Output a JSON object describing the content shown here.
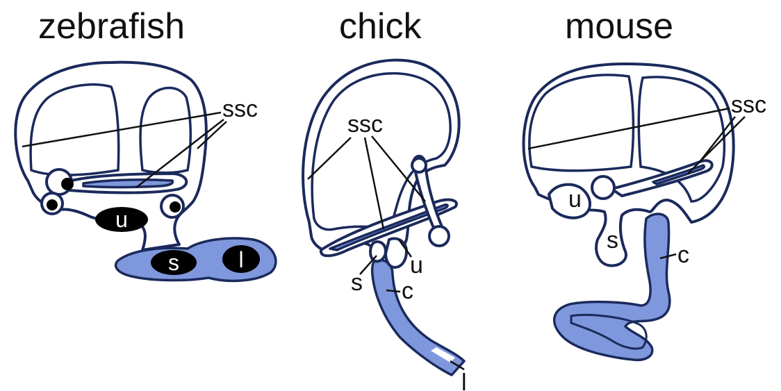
{
  "colors": {
    "outline": "#1b2a5c",
    "endolymph_blue": "#7f97dc",
    "otolith_black": "#000000",
    "background": "#ffffff"
  },
  "panels": [
    {
      "title": "zebrafish",
      "labels": {
        "ssc": "ssc",
        "u": "u",
        "s": "s",
        "l": "l"
      }
    },
    {
      "title": "chick",
      "labels": {
        "ssc": "ssc",
        "u": "u",
        "s": "s",
        "c": "c",
        "l": "l"
      }
    },
    {
      "title": "mouse",
      "labels": {
        "ssc": "ssc",
        "u": "u",
        "s": "s",
        "c": "c"
      }
    }
  ]
}
